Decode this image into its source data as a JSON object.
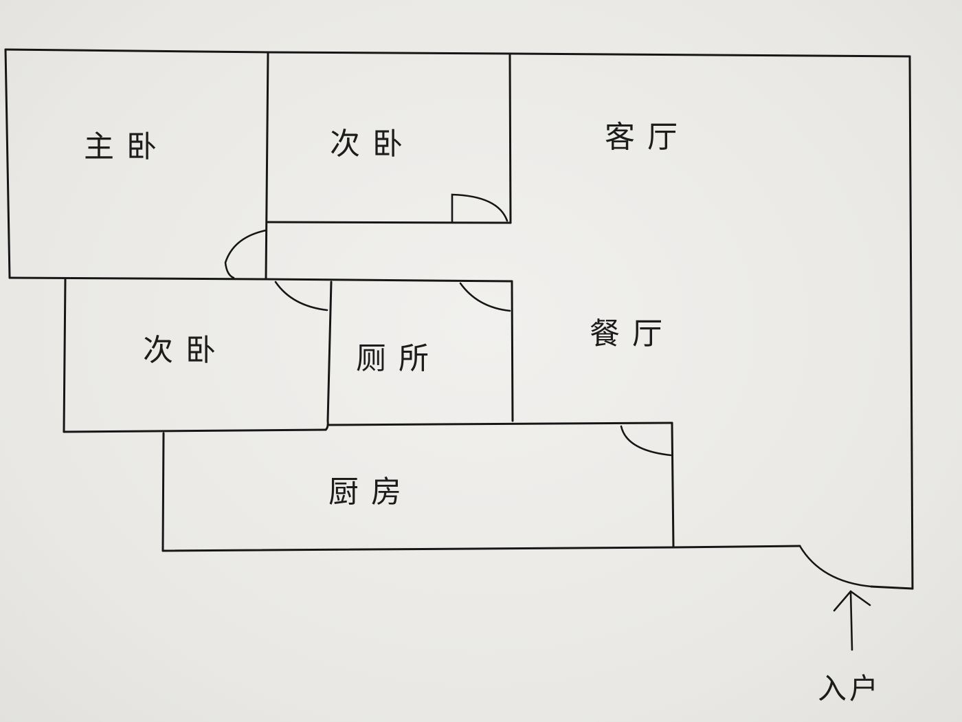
{
  "rooms": {
    "master_bedroom": "主卧",
    "second_bedroom_top": "次卧",
    "living_room": "客厅",
    "second_bedroom_bottom": "次卧",
    "toilet": "厕所",
    "dining_room": "餐厅",
    "kitchen": "厨房"
  },
  "entrance": {
    "label": "入户"
  },
  "colors": {
    "ink": "#161616",
    "paper": "#eceae7"
  }
}
